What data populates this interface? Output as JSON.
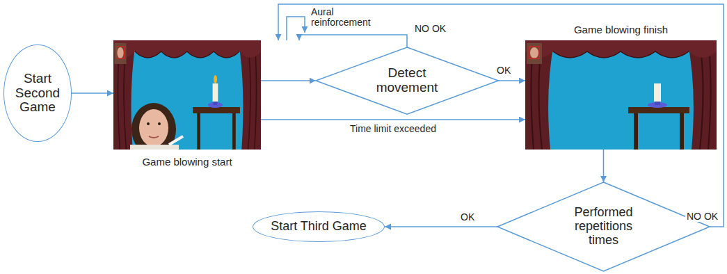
{
  "diagram": {
    "nodes": [
      {
        "text": [
          "Start Second Game"
        ]
      },
      {
        "text": [
          "Game blowing start"
        ]
      },
      {
        "text": [
          "Detect movement"
        ]
      },
      {
        "text": [
          "Game blowing finish"
        ]
      },
      {
        "text": [
          "Performed repetitions times"
        ]
      },
      {
        "text": [
          "Start Third Game"
        ]
      }
    ],
    "edges": [
      {
        "from": 0,
        "to": 1,
        "arrow": "to"
      },
      {
        "from": 1,
        "to": 2,
        "arrow": "to"
      },
      {
        "from": 2,
        "to": 3,
        "label": "OK",
        "arrow": "to"
      },
      {
        "from": 2,
        "to": 1,
        "label": "NO OK",
        "arrow": "to"
      },
      {
        "from": 1,
        "to": 3,
        "label": "Time limit exceeded",
        "arrow": "to"
      },
      {
        "from": 3,
        "to": 4,
        "arrow": "to"
      },
      {
        "from": 4,
        "to": 5,
        "label": "OK",
        "arrow": "to"
      },
      {
        "from": 4,
        "to": 1,
        "label": "NO OK",
        "arrow": "to"
      }
    ],
    "labels": [
      "Aural reinforcement"
    ]
  }
}
